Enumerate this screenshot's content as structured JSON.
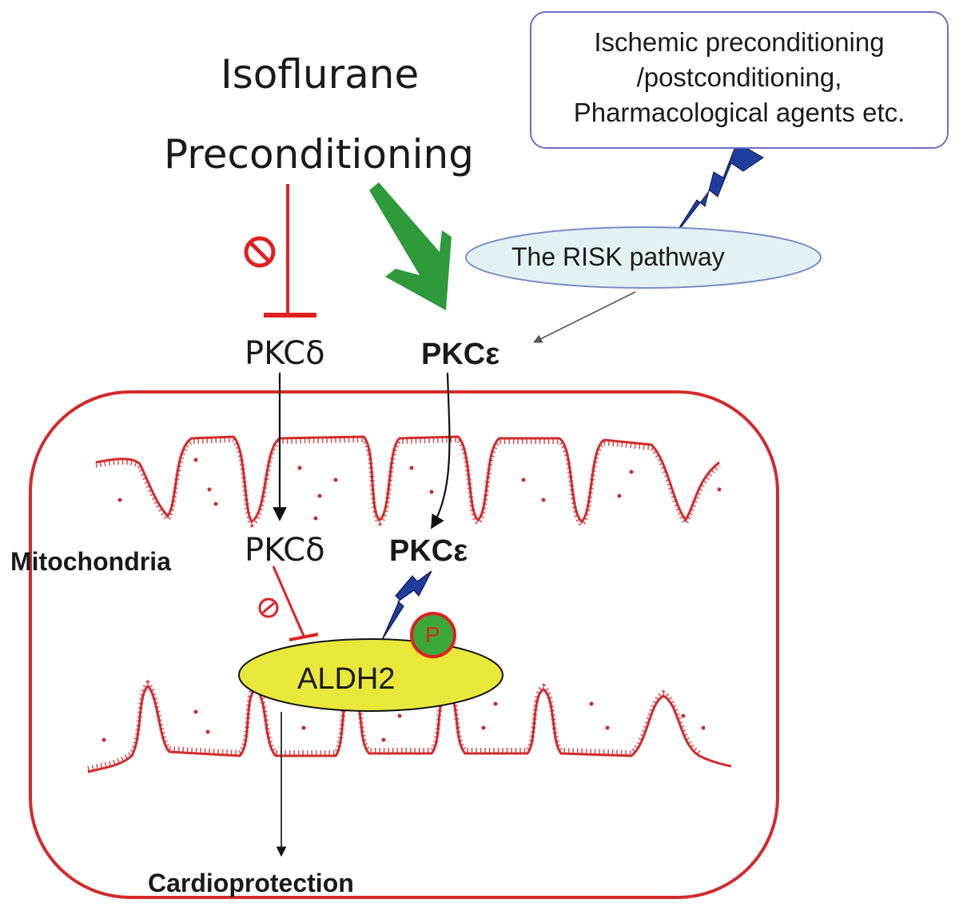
{
  "title": {
    "line1": "Isoflurane",
    "line2": "Preconditioning"
  },
  "stimulus_box": {
    "line1": "Ischemic preconditioning",
    "line2": "/postconditioning,",
    "line3": "Pharmacological agents etc."
  },
  "risk_pathway": "The RISK pathway",
  "pkc_delta_cytosol": "PKCδ",
  "pkc_epsilon_cytosol": "PKCε",
  "pkc_delta_mito": "PKCδ",
  "pkc_epsilon_mito": "PKCε",
  "mitochondria_label": "Mitochondria",
  "aldh2": "ALDH2",
  "phospho": "P",
  "outcome": "Cardioprotection",
  "colors": {
    "membrane": "#d42a2a",
    "inhibit": "#e02020",
    "activate": "#2e9a3a",
    "bolt": "#1f3e9c",
    "aldh2_fill": "#e8e83a",
    "phospho_fill": "#3aa83a",
    "risk_fill": "#e3f1f3",
    "box_border": "#6a6fc4"
  }
}
